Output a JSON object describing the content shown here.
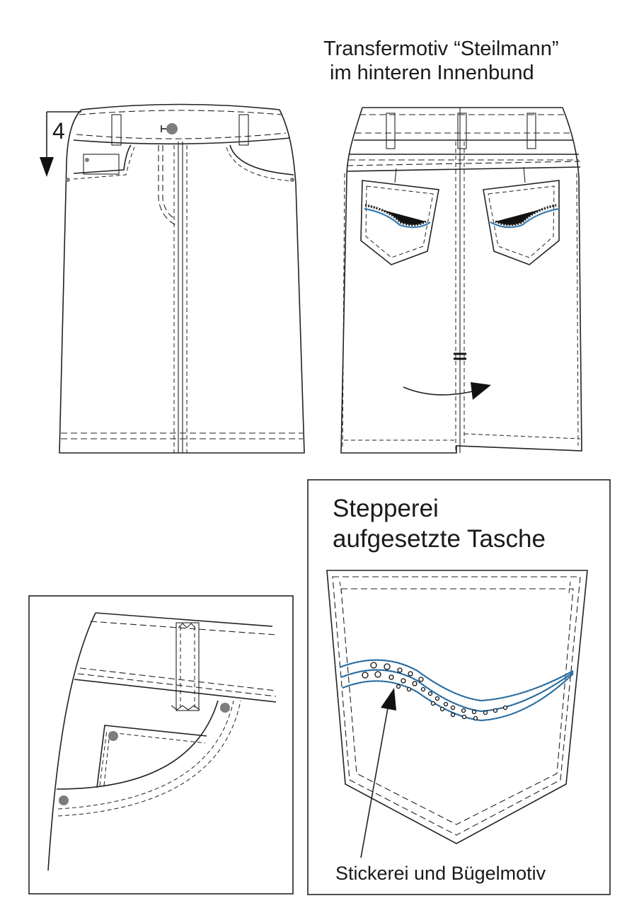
{
  "labels": {
    "waistband_height": "4",
    "transfer_line1": "Transfermotiv “Steilmann”",
    "transfer_line2": "im hinteren Innenbund",
    "stitching_line1": "Stepperei",
    "stitching_line2": "aufgesetzte Tasche",
    "embroidery": "Stickerei und Bügelmotiv"
  },
  "colors": {
    "line": "#222222",
    "rivet": "#7d7d7d",
    "motif_blue": "#3b7cb0"
  },
  "icons": [
    "arrow-down-icon",
    "curved-arrow-icon",
    "pointer-arrow-icon"
  ]
}
